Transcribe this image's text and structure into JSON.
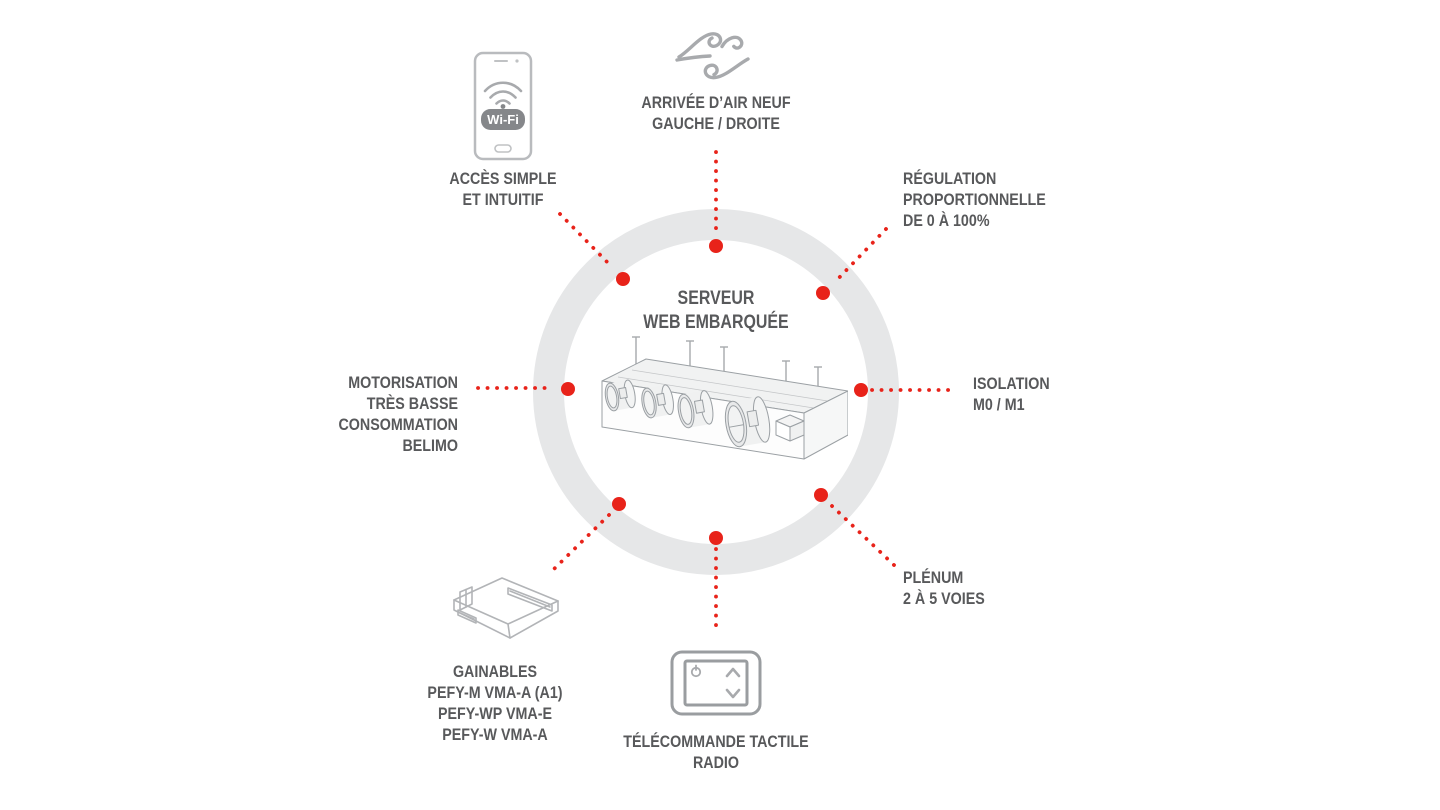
{
  "colors": {
    "accent": "#e8231a",
    "text": "#58595b",
    "icon": "#a8aaad",
    "icon_dark": "#808285",
    "ring": "#e6e7e8"
  },
  "center": {
    "lines": [
      "SERVEUR",
      "WEB EMBARQUÉE"
    ]
  },
  "features": {
    "air_inlet": {
      "lines": [
        "ARRIVÉE D’AIR NEUF",
        "GAUCHE / DROITE"
      ]
    },
    "easy_access": {
      "lines": [
        "ACCÈS SIMPLE",
        "ET INTUITIF"
      ],
      "wifi_badge": "Wi-Fi"
    },
    "regulation": {
      "lines": [
        "RÉGULATION",
        "PROPORTIONNELLE",
        "DE 0 À 100%"
      ]
    },
    "motorisation": {
      "lines": [
        "MOTORISATION",
        "TRÈS BASSE",
        "CONSOMMATION",
        "BELIMO"
      ]
    },
    "isolation": {
      "lines": [
        "ISOLATION",
        "M0 / M1"
      ]
    },
    "plenum": {
      "lines": [
        "PLÉNUM",
        "2 À 5 VOIES"
      ]
    },
    "gainables": {
      "lines": [
        "GAINABLES",
        "PEFY-M VMA-A (A1)",
        "PEFY-WP VMA-E",
        "PEFY-W VMA-A"
      ]
    },
    "remote": {
      "lines": [
        "TÉLÉCOMMANDE TACTILE",
        "RADIO"
      ]
    }
  }
}
